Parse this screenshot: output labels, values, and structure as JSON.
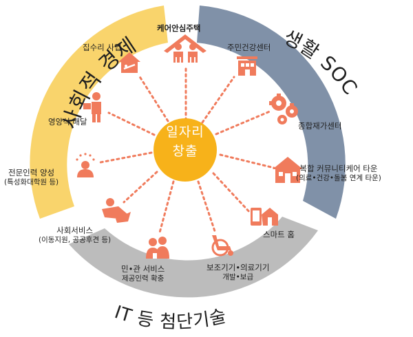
{
  "center": {
    "line1": "일자리",
    "line2": "창출",
    "color": "#f7b21a"
  },
  "arcs": {
    "social_economy": {
      "title": "사회적 경제",
      "color": "#f9d46c"
    },
    "life_soc": {
      "title": "생활 SOC",
      "color": "#8091a8"
    },
    "it_tech": {
      "title": "IT 등 첨단기술",
      "color": "#bcbcbc"
    }
  },
  "accent_color": "#f07b5c",
  "items": {
    "care_housing": {
      "label": "케어안심주택",
      "icon": "care-house-icon"
    },
    "community_center": {
      "label": "주민건강센터",
      "icon": "building-icon"
    },
    "rehab_center": {
      "label": "종합재가센터",
      "icon": "gears-icon"
    },
    "care_town": {
      "label": "복합 커뮤니티케어 타운",
      "sub": "(의료•건강•돌봄 연계 타운)",
      "icon": "house-icon"
    },
    "smart_home": {
      "label": "스마트 홈",
      "icon": "smart-home-icon"
    },
    "assistive": {
      "label": "보조기기•의료기기",
      "sub": "개발•보급",
      "icon": "wheelchair-icon"
    },
    "public_private": {
      "label": "민•관 서비스",
      "sub": "제공인력 확충",
      "icon": "people-icon"
    },
    "social_service": {
      "label": "사회서비스",
      "sub": "(이동지원, 공공후견 등)",
      "icon": "helping-hand-icon"
    },
    "specialist": {
      "label": "전문인력 양성",
      "sub": "(특성화대학원 등)",
      "icon": "expert-icon"
    },
    "nutrition": {
      "label": "영양식 배달",
      "icon": "delivery-icon"
    },
    "house_repair": {
      "label": "집수리 사업",
      "icon": "repair-house-icon"
    }
  }
}
